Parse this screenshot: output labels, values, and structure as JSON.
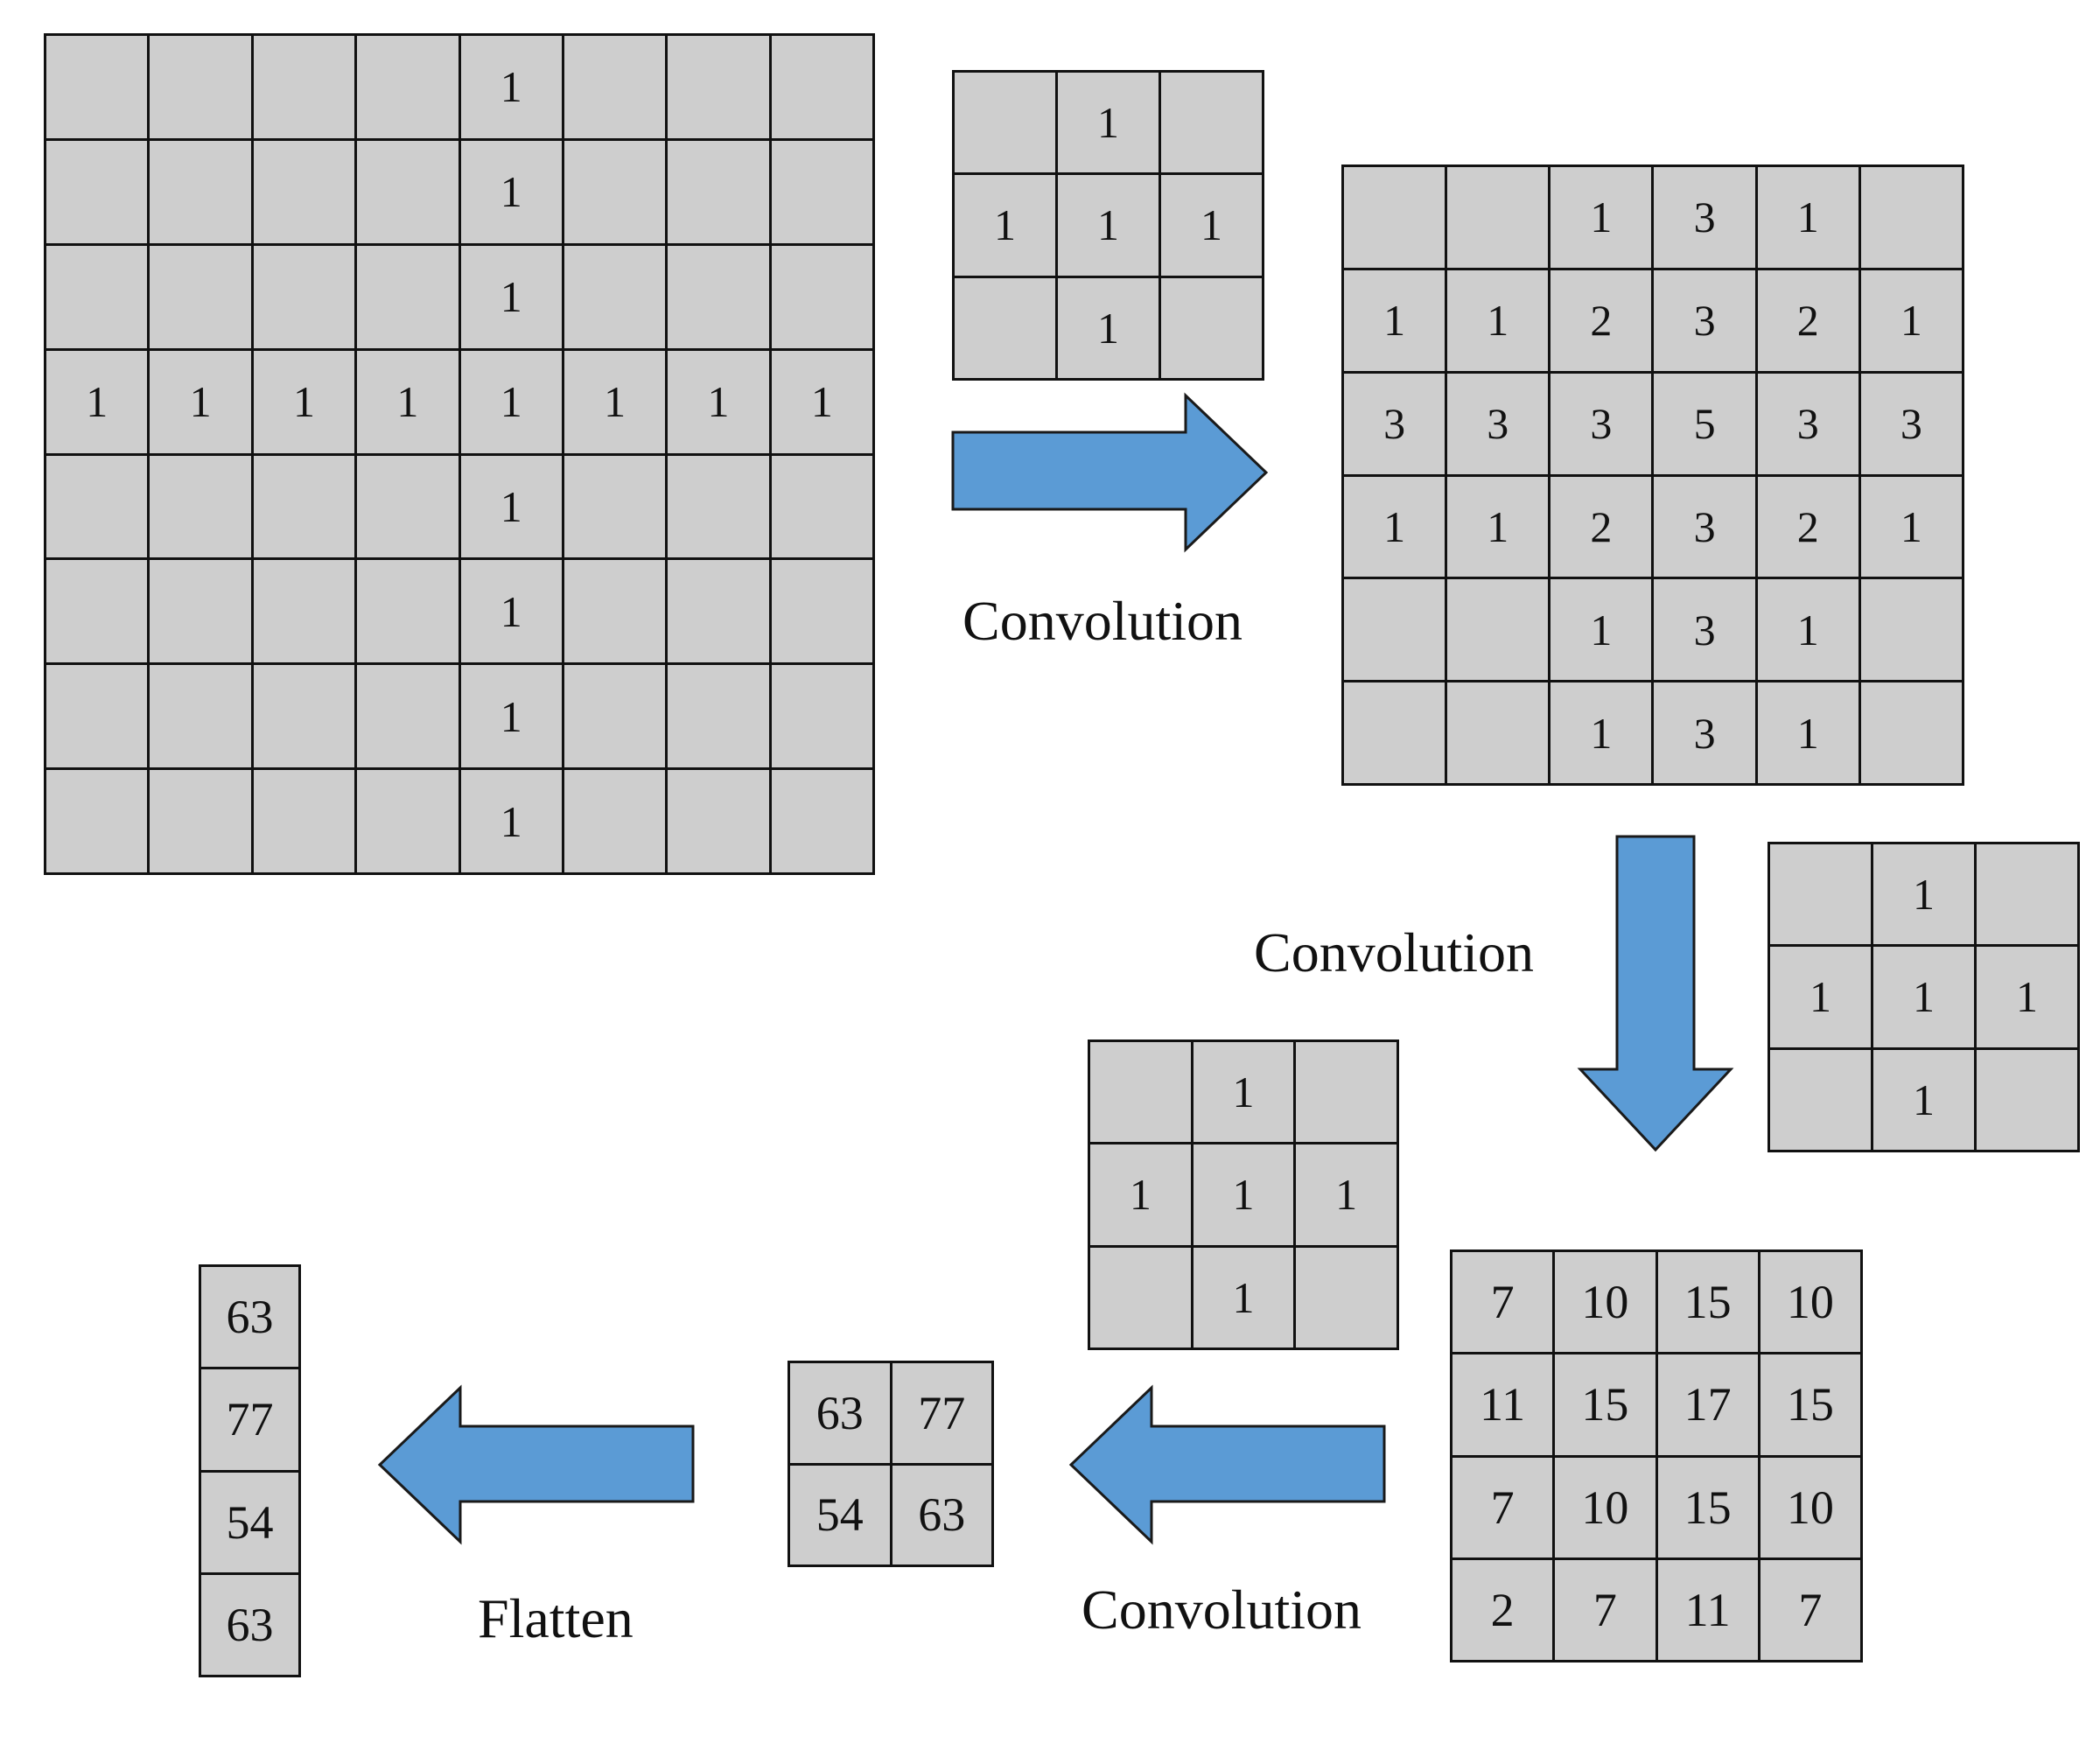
{
  "input_matrix": [
    [
      "",
      "",
      "",
      "",
      "1",
      "",
      "",
      ""
    ],
    [
      "",
      "",
      "",
      "",
      "1",
      "",
      "",
      ""
    ],
    [
      "",
      "",
      "",
      "",
      "1",
      "",
      "",
      ""
    ],
    [
      "1",
      "1",
      "1",
      "1",
      "1",
      "1",
      "1",
      "1"
    ],
    [
      "",
      "",
      "",
      "",
      "1",
      "",
      "",
      ""
    ],
    [
      "",
      "",
      "",
      "",
      "1",
      "",
      "",
      ""
    ],
    [
      "",
      "",
      "",
      "",
      "1",
      "",
      "",
      ""
    ],
    [
      "",
      "",
      "",
      "",
      "1",
      "",
      "",
      ""
    ]
  ],
  "kernel_1": [
    [
      "",
      "1",
      ""
    ],
    [
      "1",
      "1",
      "1"
    ],
    [
      "",
      "1",
      ""
    ]
  ],
  "feature_map_1": [
    [
      "",
      "",
      "1",
      "3",
      "1",
      ""
    ],
    [
      "1",
      "1",
      "2",
      "3",
      "2",
      "1"
    ],
    [
      "3",
      "3",
      "3",
      "5",
      "3",
      "3"
    ],
    [
      "1",
      "1",
      "2",
      "3",
      "2",
      "1"
    ],
    [
      "",
      "",
      "1",
      "3",
      "1",
      ""
    ],
    [
      "",
      "",
      "1",
      "3",
      "1",
      ""
    ]
  ],
  "kernel_2": [
    [
      "",
      "1",
      ""
    ],
    [
      "1",
      "1",
      "1"
    ],
    [
      "",
      "1",
      ""
    ]
  ],
  "feature_map_2": [
    [
      "7",
      "10",
      "15",
      "10"
    ],
    [
      "11",
      "15",
      "17",
      "15"
    ],
    [
      "7",
      "10",
      "15",
      "10"
    ],
    [
      "2",
      "7",
      "11",
      "7"
    ]
  ],
  "kernel_3": [
    [
      "",
      "1",
      ""
    ],
    [
      "1",
      "1",
      "1"
    ],
    [
      "",
      "1",
      ""
    ]
  ],
  "feature_map_3": [
    [
      "63",
      "77"
    ],
    [
      "54",
      "63"
    ]
  ],
  "flattened_vector": [
    [
      "63"
    ],
    [
      "77"
    ],
    [
      "54"
    ],
    [
      "63"
    ]
  ],
  "labels": {
    "convolution_1": "Convolution",
    "convolution_2": "Convolution",
    "convolution_3": "Convolution",
    "flatten": "Flatten"
  },
  "colors": {
    "cell_fill": "#cecece",
    "grid_line": "#111111",
    "arrow_fill": "#5b9bd5",
    "arrow_stroke": "#1a1a1a"
  },
  "icons": {
    "arrow_1": "arrow-right-icon",
    "arrow_2": "arrow-down-icon",
    "arrow_3": "arrow-left-icon",
    "arrow_4": "arrow-left-icon"
  }
}
